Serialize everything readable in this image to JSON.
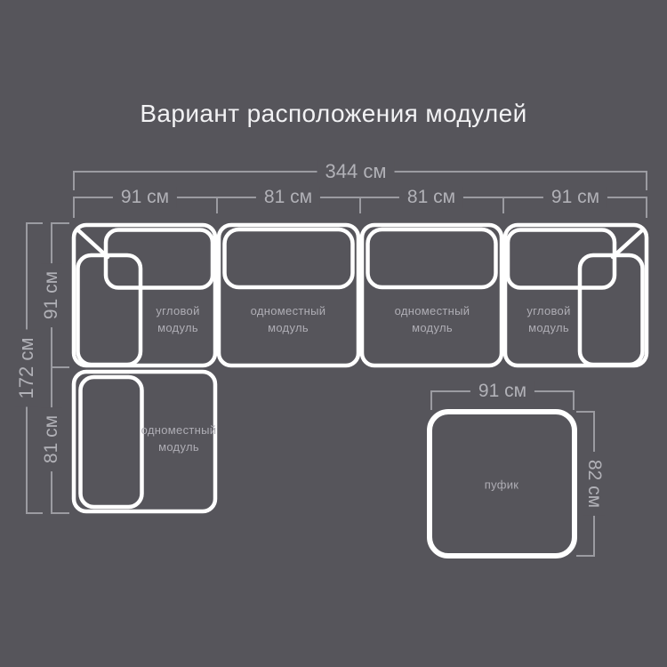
{
  "title": "Вариант расположения модулей",
  "colors": {
    "background": "#56555b",
    "outline": "#ffffff",
    "dimension_line": "#9b9ba1",
    "dimension_text": "#b1b1b7",
    "module_label_text": "#aeadb4",
    "title_text": "#f2f2f4"
  },
  "sofa": {
    "total_width": "344 см",
    "total_depth": "172 см",
    "top_segments": [
      "91 см",
      "81 см",
      "81 см",
      "91 см"
    ],
    "left_segments": [
      "91 см",
      "81 см"
    ],
    "modules": [
      {
        "name": "corner-left",
        "line1": "угловой",
        "line2": "модуль"
      },
      {
        "name": "single-top-1",
        "line1": "одноместный",
        "line2": "модуль"
      },
      {
        "name": "single-top-2",
        "line1": "одноместный",
        "line2": "модуль"
      },
      {
        "name": "corner-right",
        "line1": "угловой",
        "line2": "модуль"
      },
      {
        "name": "single-bottom",
        "line1": "одноместный",
        "line2": "модуль"
      }
    ]
  },
  "pouf": {
    "label": "пуфик",
    "width": "91 см",
    "height": "82 см"
  }
}
